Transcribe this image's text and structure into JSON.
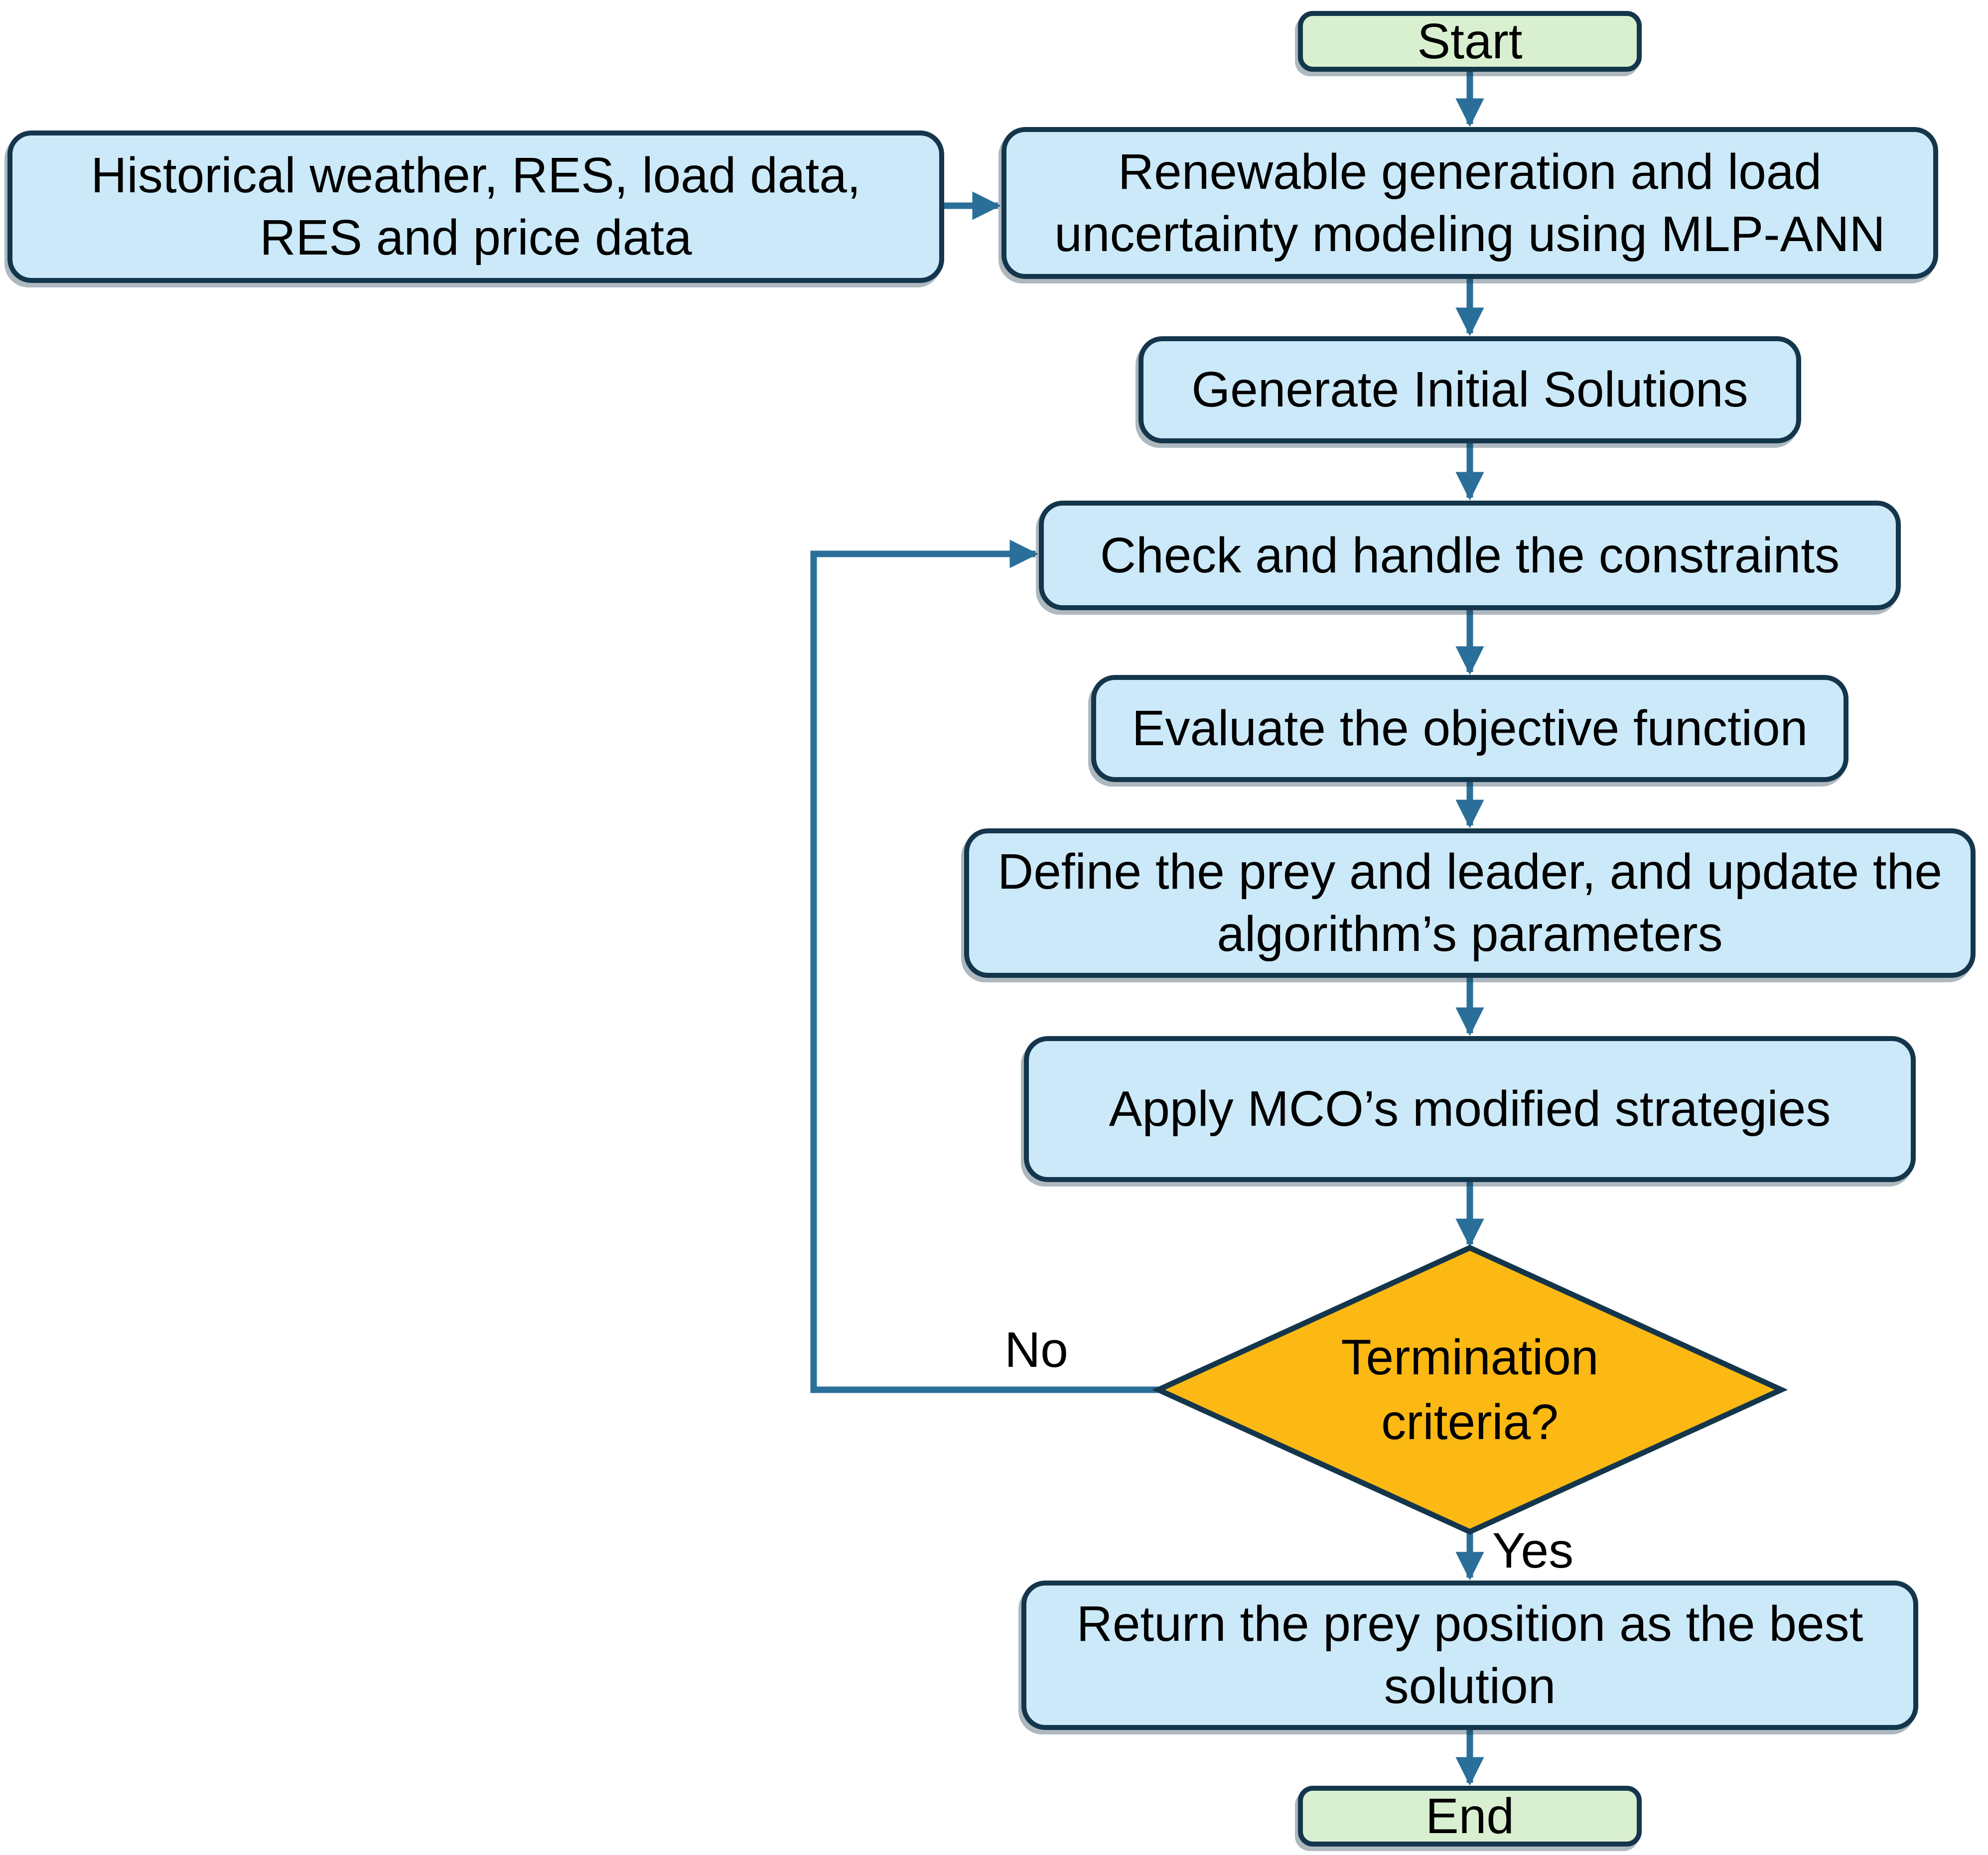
{
  "flowchart": {
    "nodes": {
      "start": "Start",
      "historical": "Historical weather, RES, load data,\nRES and price data",
      "renewable": "Renewable generation and load\nuncertainty modeling using MLP-ANN",
      "generate": "Generate Initial Solutions",
      "check": "Check and handle the constraints",
      "evaluate": "Evaluate the objective function",
      "define": "Define the prey and leader, and update the\nalgorithm’s parameters",
      "apply": "Apply MCO’s modified strategies",
      "termination": "Termination\ncriteria?",
      "return": "Return the prey position as the best\nsolution",
      "end": "End"
    },
    "edges": [
      {
        "from": "start",
        "to": "renewable",
        "label": ""
      },
      {
        "from": "historical",
        "to": "renewable",
        "label": ""
      },
      {
        "from": "renewable",
        "to": "generate",
        "label": ""
      },
      {
        "from": "generate",
        "to": "check",
        "label": ""
      },
      {
        "from": "check",
        "to": "evaluate",
        "label": ""
      },
      {
        "from": "evaluate",
        "to": "define",
        "label": ""
      },
      {
        "from": "define",
        "to": "apply",
        "label": ""
      },
      {
        "from": "apply",
        "to": "termination",
        "label": ""
      },
      {
        "from": "termination",
        "to": "return",
        "label": "Yes"
      },
      {
        "from": "termination",
        "to": "check",
        "label": "No"
      },
      {
        "from": "return",
        "to": "end",
        "label": ""
      }
    ],
    "colors": {
      "process_fill": "#cbe9f8",
      "terminal_fill": "#d9f0d0",
      "decision_fill": "#fcb813",
      "outline": "#14364c",
      "arrow": "#2a6f99",
      "text": "#000000",
      "background": "#ffffff"
    }
  }
}
